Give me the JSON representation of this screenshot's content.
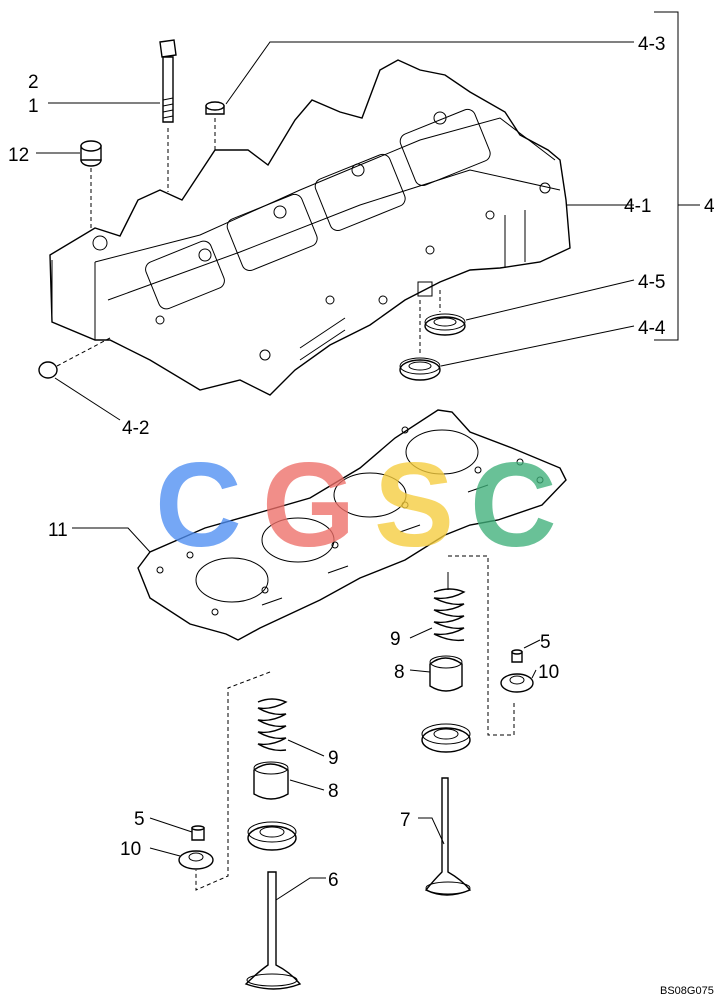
{
  "labels": {
    "p2": "2",
    "p1": "1",
    "p12": "12",
    "p4_3": "4-3",
    "p4": "4",
    "p4_1": "4-1",
    "p4_5": "4-5",
    "p4_4": "4-4",
    "p4_2": "4-2",
    "p11": "11",
    "p9_right": "9",
    "p8_right": "8",
    "p5_right": "5",
    "p10_right": "10",
    "p9_left": "9",
    "p8_left": "8",
    "p5_left": "5",
    "p10_left": "10",
    "p7": "7",
    "p6": "6"
  },
  "drawing_code": "BS08G075",
  "watermark": {
    "letters": [
      "C",
      "G",
      "S",
      "C"
    ],
    "colors": [
      "#4f8ff3",
      "#ee6f68",
      "#f6cd3d",
      "#3fb07a"
    ]
  }
}
